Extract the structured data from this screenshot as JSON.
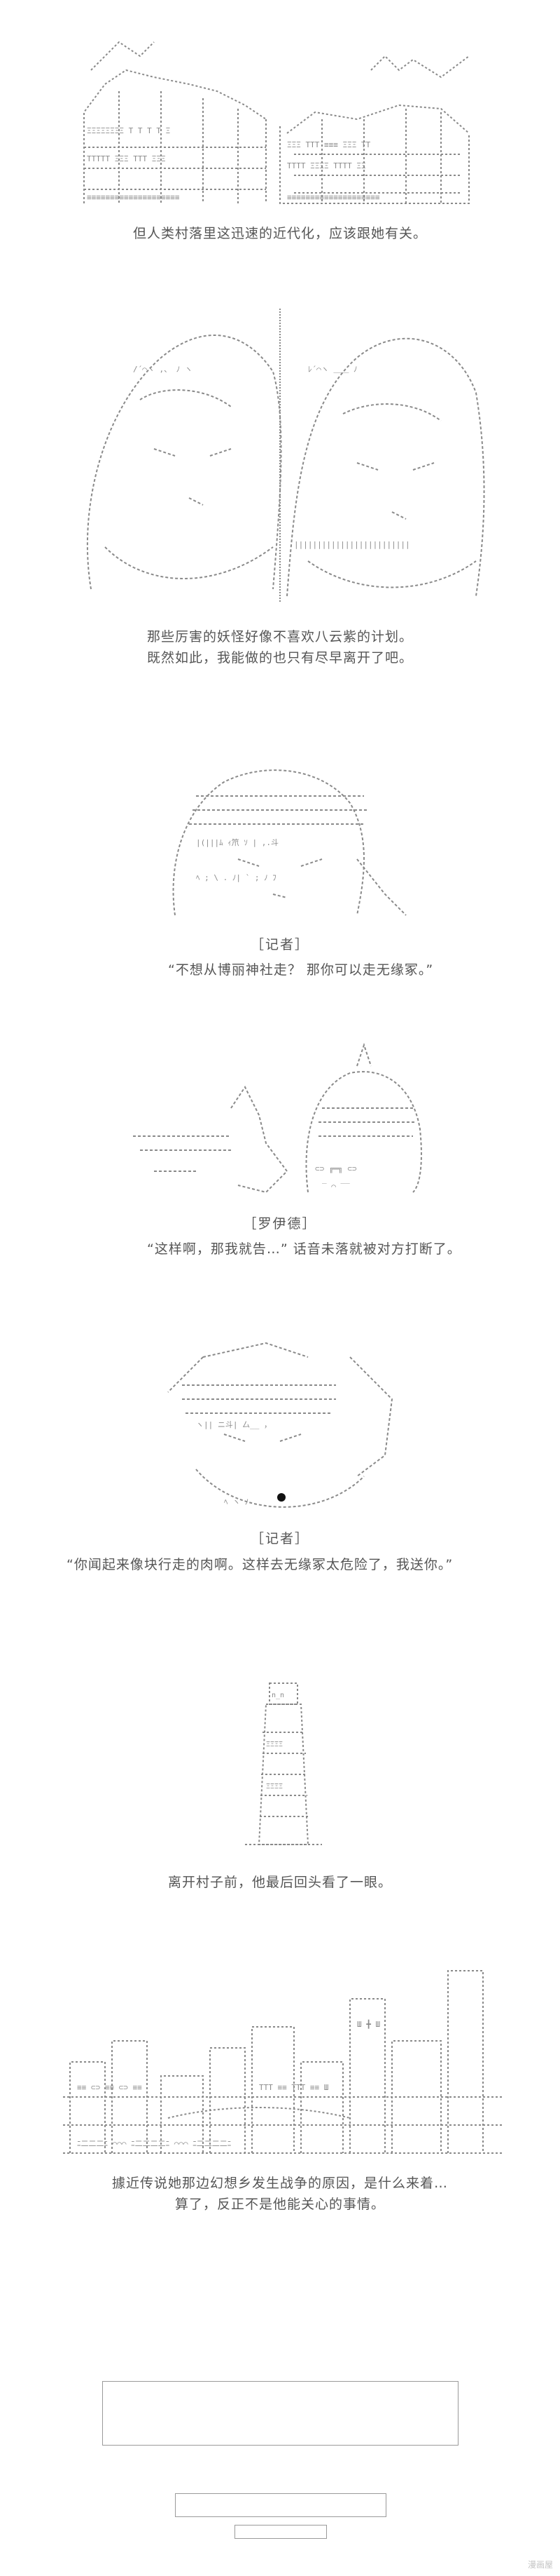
{
  "panels": [
    {
      "caption_lines": [
        "但人类村落里这迅速的近代化，应该跟她有关。"
      ]
    },
    {
      "caption_lines": [
        "那些厉害的妖怪好像不喜欢八云紫的计划。",
        "既然如此，我能做的也只有尽早离开了吧。"
      ]
    },
    {
      "speaker": "［记者］",
      "dialog": "“不想从博丽神社走？ 那你可以走无缘冢。”"
    },
    {
      "speaker": "［罗伊德］",
      "dialog": "“这样啊，那我就告…” 话音未落就被对方打断了。"
    },
    {
      "speaker": "［记者］",
      "dialog": "“你闻起来像块行走的肉啊。这样去无缘冢太危险了，我送你。”"
    },
    {
      "caption_lines": [
        "离开村子前，他最后回头看了一眼。"
      ]
    },
    {
      "caption_lines": [
        "據近传说她那边幻想乡发生战争的原因，是什么来着…",
        "算了，反正不是他能关心的事情。"
      ]
    }
  ],
  "watermark": "漫画屋",
  "colors": {
    "ink": "#555555",
    "art": "#8a8a8a",
    "box_border": "#9a9a9a"
  },
  "icons": [
    "ascii-art-village",
    "ascii-art-two-women",
    "ascii-art-reporter",
    "ascii-art-hand-and-figure",
    "ascii-art-crow-reporter",
    "ascii-art-lighthouse",
    "ascii-art-cityscape"
  ]
}
